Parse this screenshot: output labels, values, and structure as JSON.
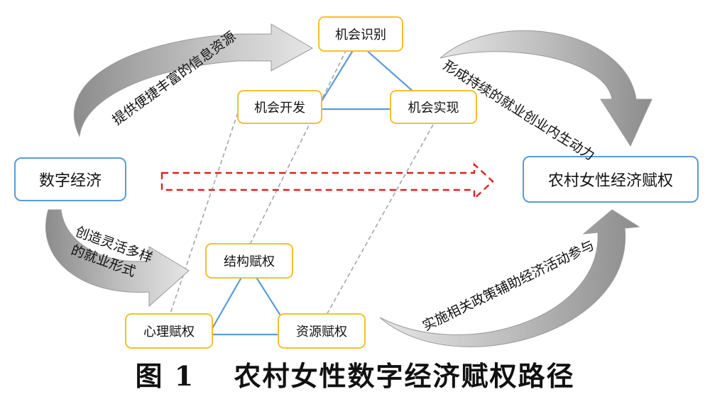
{
  "nodes": {
    "digital_economy": "数字经济",
    "rural_women_empowerment": "农村女性经济赋权",
    "opportunity_identification": "机会识别",
    "opportunity_development": "机会开发",
    "opportunity_realization": "机会实现",
    "structural_empowerment": "结构赋权",
    "psychological_empowerment": "心理赋权",
    "resource_empowerment": "资源赋权"
  },
  "arrow_labels": {
    "top_left": "提供便捷丰富的信息资源",
    "top_right": "形成持续的就业创业内生动力",
    "bottom_left_line1": "创造灵活多样",
    "bottom_left_line2": "的就业形式",
    "bottom_right": "实施相关政策辅助经济活动参与"
  },
  "caption": "图 1　 农村女性数字经济赋权路径",
  "colors": {
    "blue_border": "#5b9bd5",
    "yellow_border": "#f5c02a",
    "triangle": "#5b9bd5",
    "dashed_arrow": "#e02020",
    "dashed_line": "#a6a6a6",
    "curve_arrow": "#a8a8a8"
  }
}
